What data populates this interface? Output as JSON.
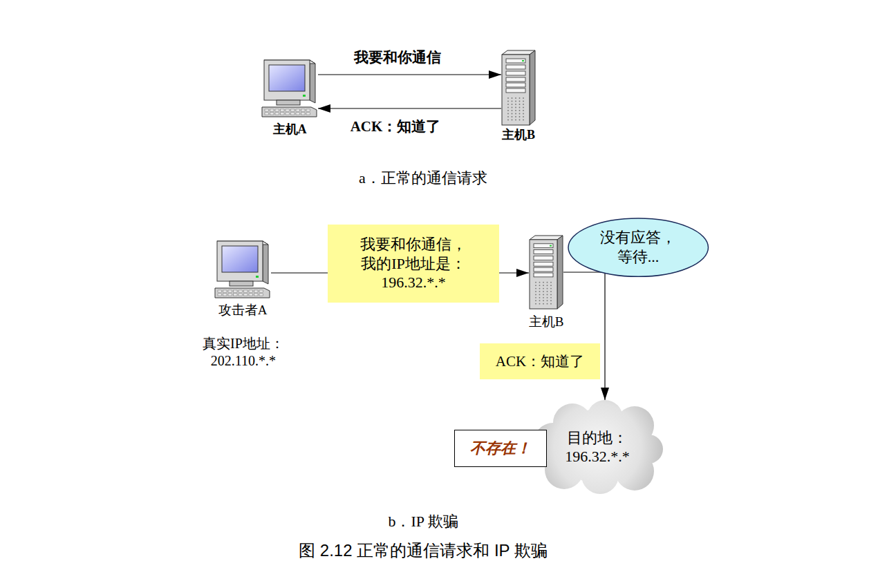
{
  "diagram": {
    "caption": "图 2.12 正常的通信请求和 IP 欺骗",
    "nodes": [
      {
        "text": [
          "主机A"
        ]
      },
      {
        "text": [
          "主机B"
        ]
      },
      {
        "text": [
          "攻击者A"
        ]
      },
      {
        "text": [
          "主机B"
        ]
      },
      {
        "text": [
          "没有应答， 等待..."
        ]
      },
      {
        "text": [
          "不存在！"
        ]
      },
      {
        "text": [
          "目的地： 196.32.*.*"
        ]
      }
    ],
    "edges": [
      {
        "from": 0,
        "to": 1,
        "arrow": "to",
        "label": "我要和你通信"
      },
      {
        "from": 1,
        "to": 0,
        "arrow": "to",
        "label": "ACK：知道了"
      },
      {
        "from": 2,
        "to": 3,
        "arrow": "to",
        "label": "我要和你通信， 我的IP地址是： 196.32.*.*"
      },
      {
        "from": 3,
        "to": 6,
        "arrow": "to",
        "label": "ACK：知道了"
      }
    ],
    "labels": [
      "a．正常的通信请求",
      "真实IP地址： 202.110.*.*",
      "b．IP 欺骗"
    ]
  }
}
